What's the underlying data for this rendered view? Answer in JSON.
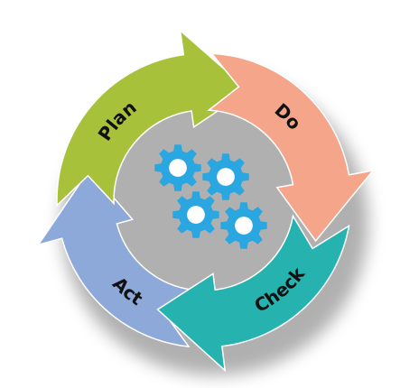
{
  "cycle": {
    "segments": [
      {
        "key": "plan",
        "label": "Plan",
        "color": "#a7c23a",
        "shade": "#8ea52e"
      },
      {
        "key": "do",
        "label": "Do",
        "color": "#f5a58a",
        "shade": "#df8a6e"
      },
      {
        "key": "check",
        "label": "Check",
        "color": "#26b3b0",
        "shade": "#1b9592"
      },
      {
        "key": "act",
        "label": "Act",
        "color": "#8da9d9",
        "shade": "#7391c4"
      }
    ]
  },
  "center": {
    "icon": "gears-icon",
    "color": "#2aa6e0"
  },
  "colors": {
    "shadow": "#6f6f6f",
    "background": "#ffffff"
  }
}
